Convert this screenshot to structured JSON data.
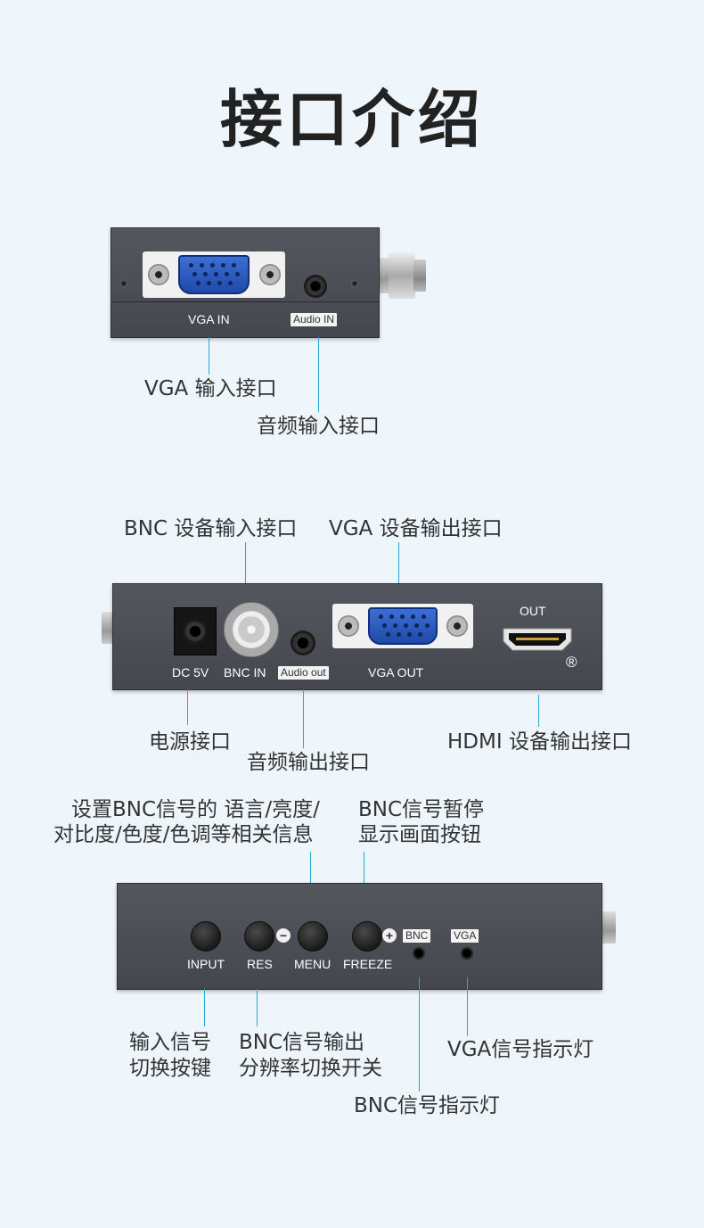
{
  "title": "接口介绍",
  "section1": {
    "panel_labels": {
      "vga_in": "VGA IN",
      "audio_in": "Audio IN"
    },
    "callouts": {
      "vga_input": "VGA 输入接口",
      "audio_input": "音频输入接口"
    }
  },
  "section2": {
    "panel_labels": {
      "dc_5v": "DC 5V",
      "bnc_in": "BNC IN",
      "audio_out": "Audio out",
      "vga_out": "VGA OUT",
      "out": "OUT",
      "registered": "®"
    },
    "callouts": {
      "bnc_device_input": "BNC 设备输入接口",
      "vga_device_output": "VGA 设备输出接口",
      "power": "电源接口",
      "audio_output": "音频输出接口",
      "hdmi_device_output": "HDMI 设备输出接口"
    }
  },
  "section3": {
    "panel_labels": {
      "input": "INPUT",
      "res": "RES",
      "menu": "MENU",
      "freeze": "FREEZE",
      "minus": "−",
      "plus": "+",
      "bnc": "BNC",
      "vga": "VGA"
    },
    "callouts": {
      "menu_desc_line1": "设置BNC信号的 语言/亮度/",
      "menu_desc_line2": "对比度/色度/色调等相关信息",
      "freeze_desc_line1": "BNC信号暂停",
      "freeze_desc_line2": "显示画面按钮",
      "input_desc_line1": "输入信号",
      "input_desc_line2": "切换按键",
      "res_desc_line1": "BNC信号输出",
      "res_desc_line2": "分辨率切换开关",
      "vga_led": "VGA信号指示灯",
      "bnc_led": "BNC信号指示灯"
    }
  },
  "colors": {
    "background": "#eef6fb",
    "leader_line": "#29a6d6",
    "panel": "#4c4f55",
    "vga_blue": "#2a56b8"
  }
}
